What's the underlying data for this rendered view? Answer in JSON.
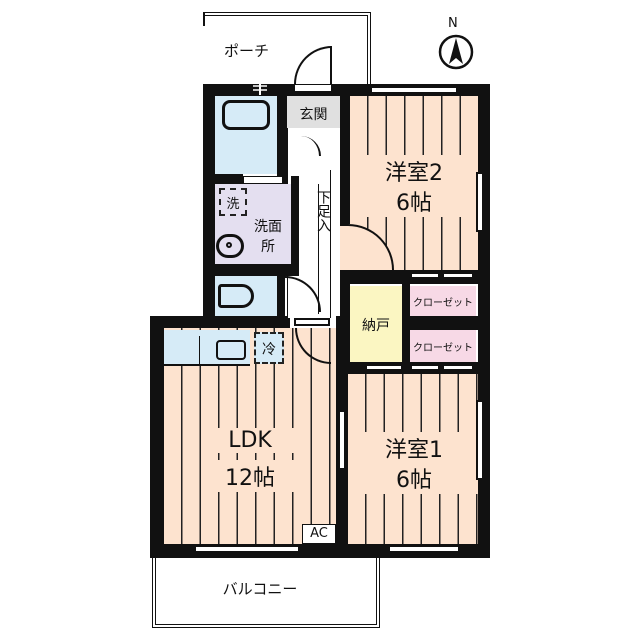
{
  "compass": {
    "label": "N"
  },
  "areas": {
    "porch": "ポーチ",
    "entrance": "玄関",
    "hallway": "下足入",
    "washroom": "洗面所",
    "washroom_line1": "洗面",
    "washroom_line2": "所",
    "washer": "洗",
    "fridge": "冷",
    "storage": "納戸",
    "closet_1": "クローゼット",
    "closet_2": "クローゼット",
    "ldk_name": "LDK",
    "ldk_size": "12帖",
    "room2_name": "洋室2",
    "room2_size": "6帖",
    "room1_name": "洋室1",
    "room1_size": "6帖",
    "ac": "AC",
    "balcony": "バルコニー"
  },
  "colors": {
    "wood_floor": "#fde3cf",
    "wet_area": "#d6ebf7",
    "washroom": "#e4dff0",
    "storage": "#fbf6c2",
    "closet": "#f7d9e6",
    "entrance": "#e0e0e0",
    "wall": "#111111"
  }
}
